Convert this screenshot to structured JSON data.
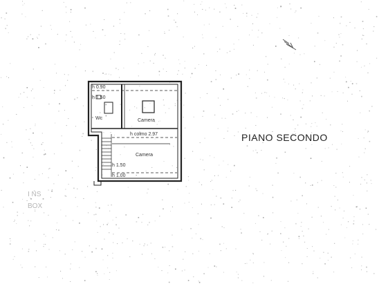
{
  "plan": {
    "title": "PIANO SECONDO",
    "rooms": {
      "wc": "Wc",
      "camera_upper": "Camera",
      "camera_lower": "Camera"
    },
    "heights": {
      "h1": "h 0.90",
      "h2": "h 1.50",
      "ridge": "h colmo 2.97",
      "h3": "h 1.50",
      "h4": "h 1.00"
    },
    "faded_notes": {
      "line1": "I NS",
      "line2": "BOX"
    }
  }
}
